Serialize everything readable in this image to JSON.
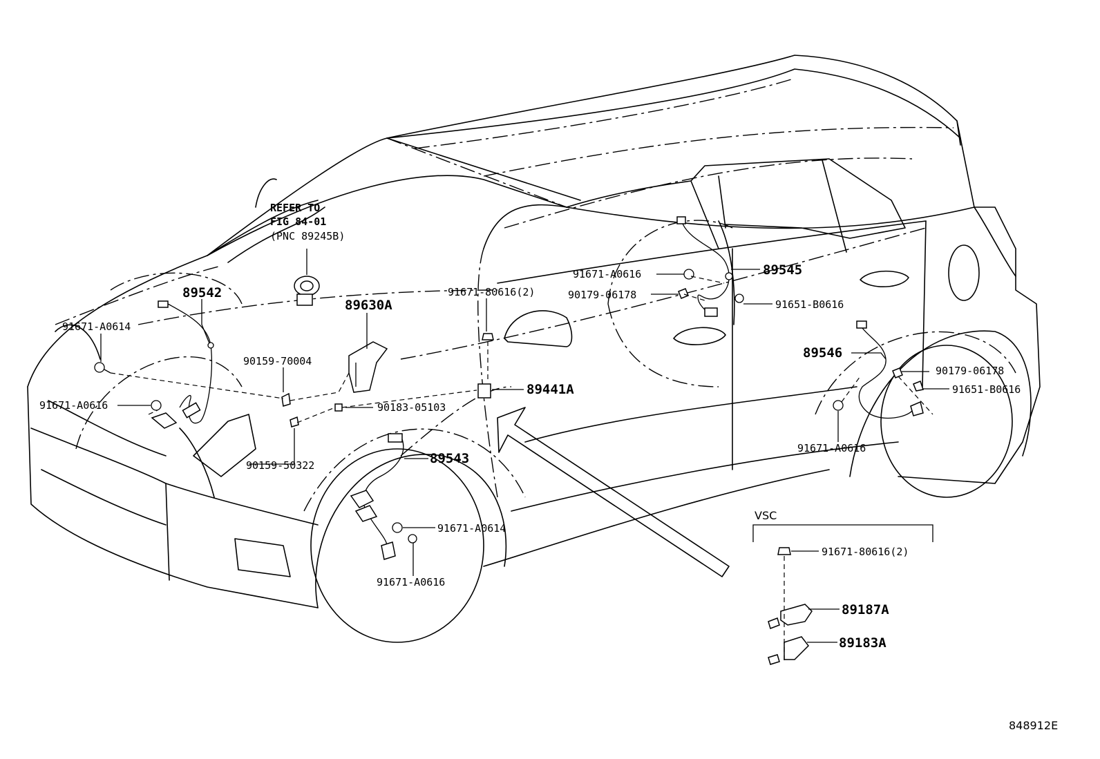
{
  "note": {
    "line1": "REFER TO",
    "line2": "FIG 84-01",
    "line3": "(PNC 89245B)"
  },
  "vsc_label": "VSC",
  "illustration_id": "848912E",
  "labels": {
    "p89542": "89542",
    "p89543": "89543",
    "p89545": "89545",
    "p89546": "89546",
    "p89630A": "89630A",
    "p89441A": "89441A",
    "p89187A": "89187A",
    "p89183A": "89183A",
    "bolt_front_left_top": "91671-A0614",
    "bolt_front_left_bottom": "91671-A0616",
    "bolt_front_right_a": "91671-A0614",
    "bolt_front_right_b": "91671-A0616",
    "bolt_80616_body": "91671-80616(2)",
    "bolt_rear_upper": "91671-A0616",
    "clamp_rear_upper": "90179-06178",
    "clip_rear_upper": "91651-B0616",
    "clamp_rear_lower": "90179-06178",
    "clip_rear_lower": "91651-B0616",
    "bolt_rear_lower": "91671-A0616",
    "bolt_70004": "90159-70004",
    "nut_05103": "90183-05103",
    "bolt_50322": "90159-50322",
    "bolt_80616_vsc": "91671-80616(2)"
  }
}
